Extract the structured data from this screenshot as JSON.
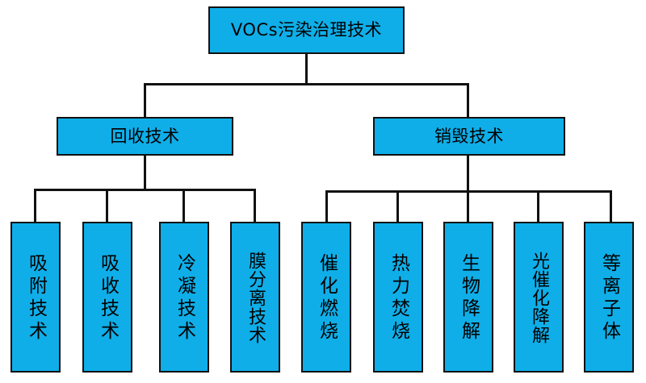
{
  "diagram": {
    "type": "tree",
    "title": "VOCs污染治理技术",
    "colors": {
      "node_fill": "#0FAEE8",
      "node_border": "#111111",
      "connector": "#111111",
      "background": "#FFFFFF",
      "text": "#000000"
    },
    "root": {
      "label": "VOCs污染治理技术"
    },
    "branches": [
      {
        "label": "回收技术",
        "children": [
          {
            "label": "吸附技术"
          },
          {
            "label": "吸收技术"
          },
          {
            "label": "冷凝技术"
          },
          {
            "label": "膜分离技术"
          }
        ]
      },
      {
        "label": "销毁技术",
        "children": [
          {
            "label": "催化燃烧"
          },
          {
            "label": "热力焚烧"
          },
          {
            "label": "生物降解"
          },
          {
            "label": "光催化降解"
          },
          {
            "label": "等离子体"
          }
        ]
      }
    ]
  }
}
